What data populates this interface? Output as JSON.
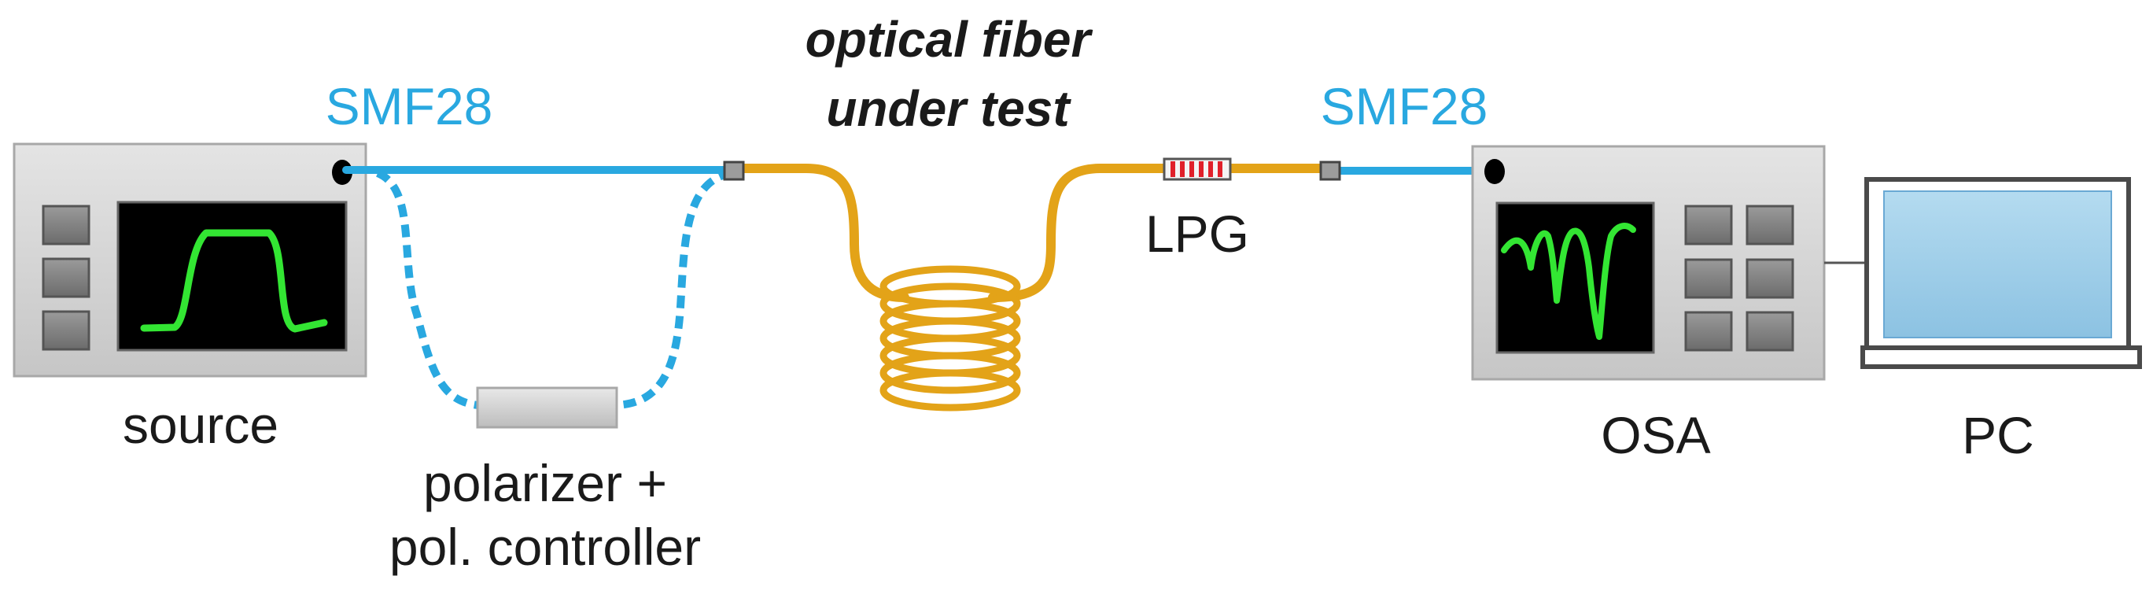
{
  "labels": {
    "fiber_title_line1": "optical fiber",
    "fiber_title_line2": "under test",
    "smf_left": "SMF28",
    "smf_right": "SMF28",
    "lpg": "LPG",
    "source": "source",
    "polarizer_line1": "polarizer +",
    "polarizer_line2": "pol. controller",
    "osa": "OSA",
    "pc": "PC"
  },
  "colors": {
    "smf_fiber": "#29a8e0",
    "test_fiber": "#e3a318",
    "trace": "#33e633",
    "lpg_grating": "#e0202a",
    "instrument_body": "#d4d4d4",
    "screen": "#000000",
    "laptop_screen": "#9ecde8"
  },
  "icons": {
    "source": "source-instrument-icon",
    "osa": "osa-instrument-icon",
    "pc": "laptop-icon",
    "polarizer": "polarizer-box-icon",
    "coil": "fiber-coil-icon"
  }
}
